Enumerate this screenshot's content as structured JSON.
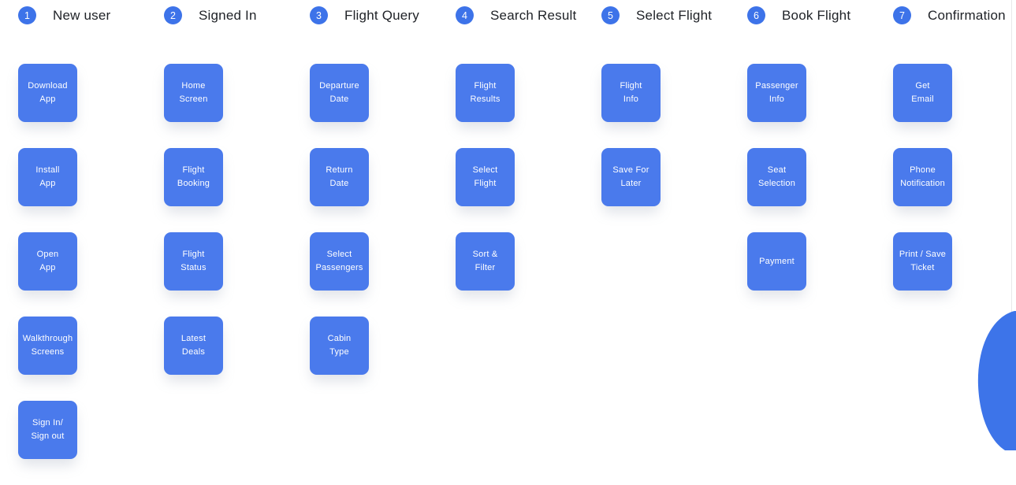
{
  "page": {
    "background": "#ffffff",
    "badge_blue": "#3D73E9",
    "card_blue": "#4A7AEC",
    "blob_blue": "#3D74E9",
    "edge_line_color": "#e8e8ea"
  },
  "flow": {
    "columns": [
      {
        "step_number": "1",
        "title": "New user",
        "cards": [
          "Download\nApp",
          "Install\nApp",
          "Open\nApp",
          "Walkthrough\nScreens",
          "Sign In/\nSign out"
        ]
      },
      {
        "step_number": "2",
        "title": "Signed In",
        "cards": [
          "Home\nScreen",
          "Flight\nBooking",
          "Flight\nStatus",
          "Latest\nDeals"
        ]
      },
      {
        "step_number": "3",
        "title": "Flight Query",
        "cards": [
          "Departure\nDate",
          "Return\nDate",
          "Select\nPassengers",
          "Cabin\nType"
        ]
      },
      {
        "step_number": "4",
        "title": "Search Result",
        "cards": [
          "Flight\nResults",
          "Select\nFlight",
          "Sort &\nFilter"
        ]
      },
      {
        "step_number": "5",
        "title": "Select Flight",
        "cards": [
          "Flight\nInfo",
          "Save For\nLater"
        ]
      },
      {
        "step_number": "6",
        "title": "Book Flight",
        "cards": [
          "Passenger\nInfo",
          "Seat\nSelection",
          "Payment"
        ]
      },
      {
        "step_number": "7",
        "title": "Confirmation",
        "cards": [
          "Get\nEmail",
          "Phone\nNotification",
          "Print / Save\nTicket"
        ]
      }
    ]
  }
}
